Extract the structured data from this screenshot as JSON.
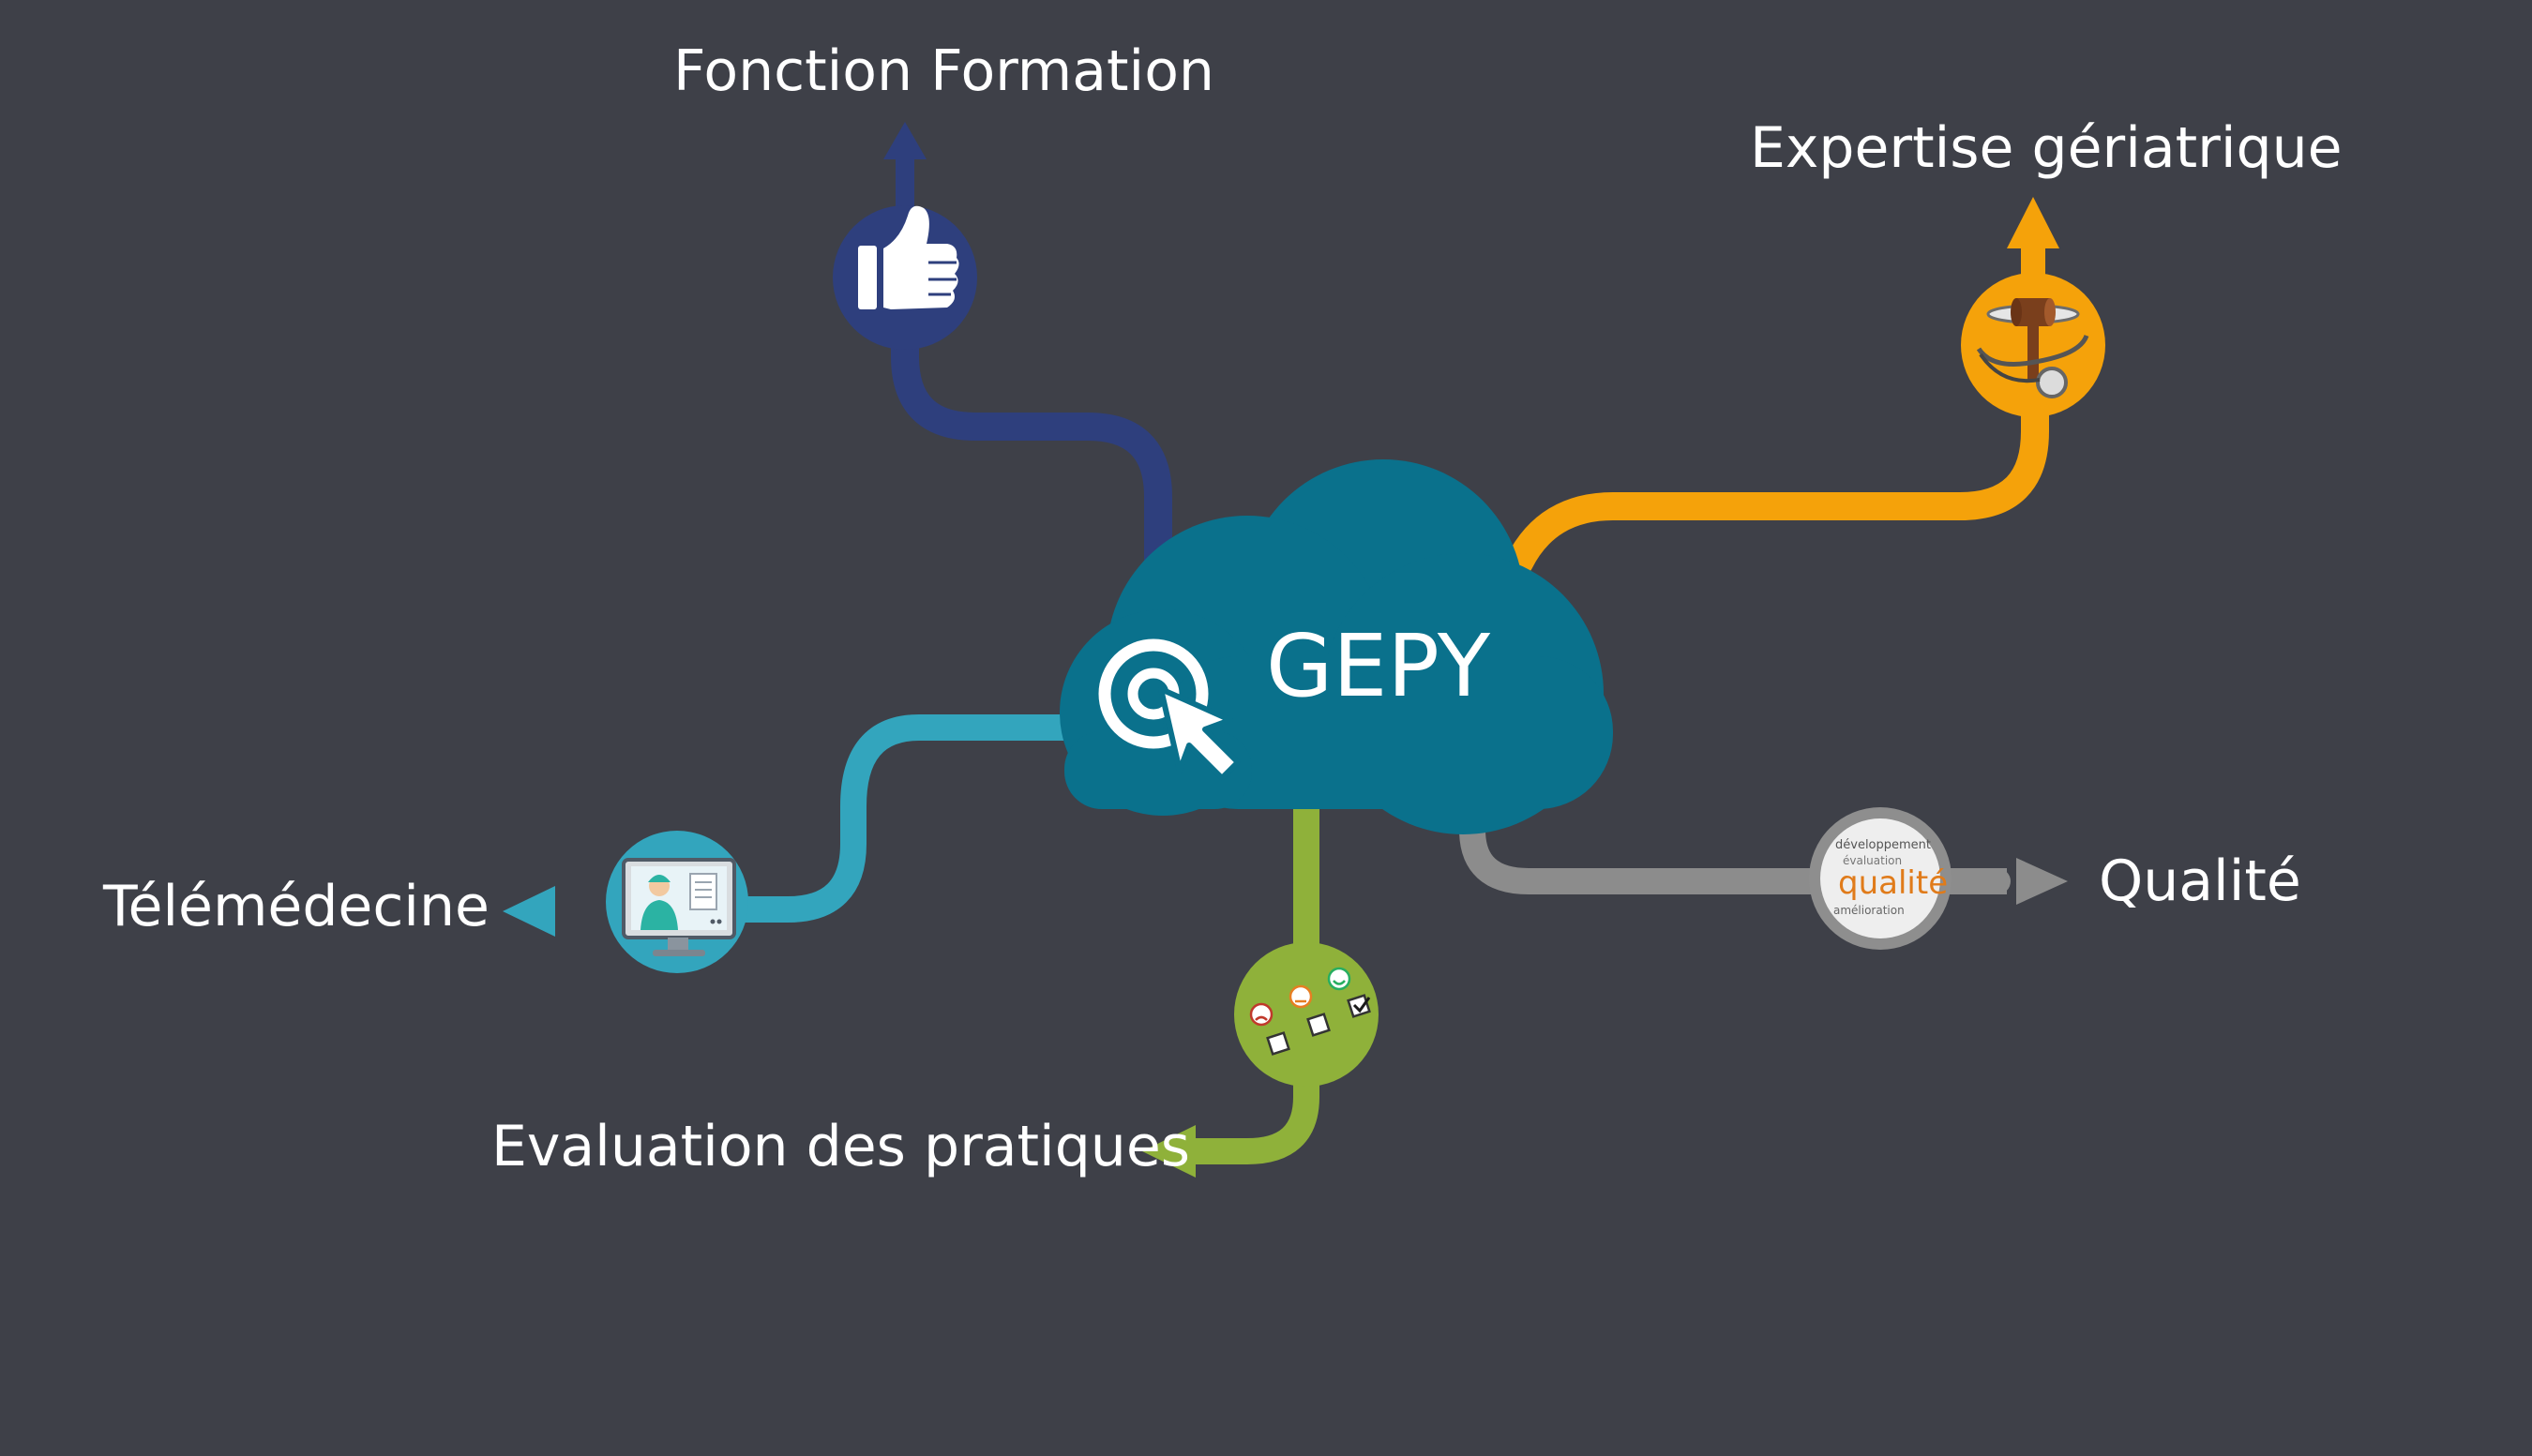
{
  "center": {
    "title": "GEPY",
    "icon": "target-cursor-icon",
    "color": "#0a718c"
  },
  "branches": [
    {
      "id": "formation",
      "label": "Fonction Formation",
      "icon": "thumbs-up-icon",
      "color": "#2e3f7d"
    },
    {
      "id": "expertise",
      "label": "Expertise gériatrique",
      "icon": "gavel-stethoscope-icon",
      "color": "#f5a20a"
    },
    {
      "id": "qualite",
      "label": "Qualité",
      "icon": "quality-word-sphere-icon",
      "color": "#8c8c8c",
      "icon_words": [
        "qualité",
        "développement",
        "amélioration",
        "évaluation"
      ]
    },
    {
      "id": "evaluation",
      "label": "Evaluation des pratiques",
      "icon": "satisfaction-survey-icon",
      "color": "#8fb13a"
    },
    {
      "id": "telemedecine",
      "label": "Télémédecine",
      "icon": "doctor-monitor-icon",
      "color": "#33a5bd"
    }
  ]
}
